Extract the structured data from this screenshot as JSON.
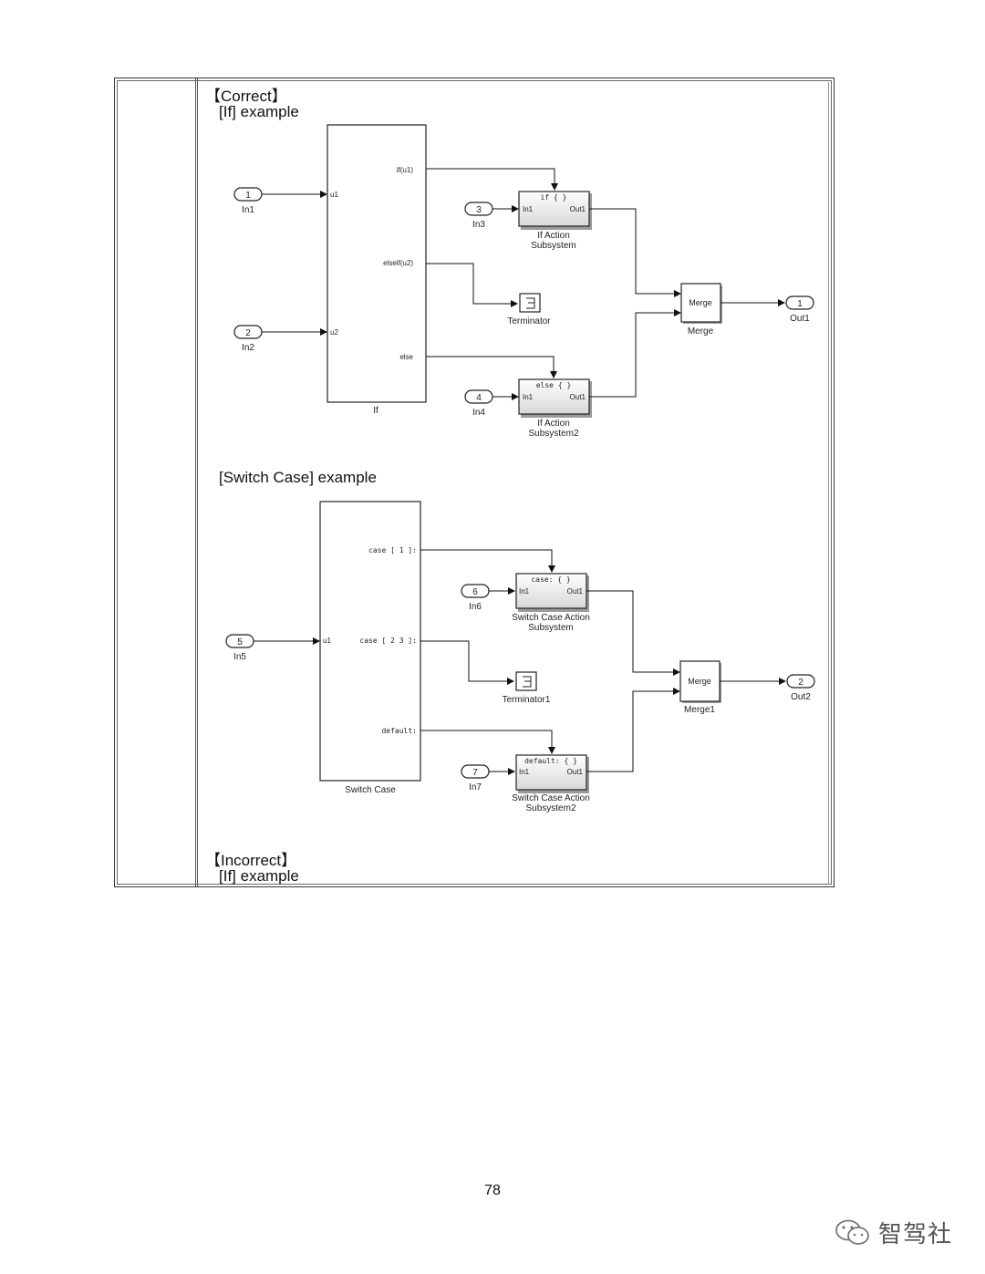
{
  "headings": {
    "correct": "【Correct】",
    "if_example": "[If] example",
    "switch_example": "[Switch Case] example",
    "incorrect": "【Incorrect】",
    "if_example_2": "[If] example"
  },
  "if_diagram": {
    "in1": {
      "num": "1",
      "label": "In1"
    },
    "in2": {
      "num": "2",
      "label": "In2"
    },
    "in3": {
      "num": "3",
      "label": "In3"
    },
    "in4": {
      "num": "4",
      "label": "In4"
    },
    "out1": {
      "num": "1",
      "label": "Out1"
    },
    "if_block": {
      "label": "If",
      "port_u1": "u1",
      "port_u2": "u2",
      "out_if": "if(u1)",
      "out_elseif": "elseif(u2)",
      "out_else": "else"
    },
    "sub1": {
      "header": "if { }",
      "in": "In1",
      "out": "Out1",
      "label_line1": "If Action",
      "label_line2": "Subsystem"
    },
    "sub2": {
      "header": "else { }",
      "in": "In1",
      "out": "Out1",
      "label_line1": "If Action",
      "label_line2": "Subsystem2"
    },
    "terminator": {
      "label": "Terminator"
    },
    "merge": {
      "text": "Merge",
      "label": "Merge"
    }
  },
  "switch_diagram": {
    "in5": {
      "num": "5",
      "label": "In5"
    },
    "in6": {
      "num": "6",
      "label": "In6"
    },
    "in7": {
      "num": "7",
      "label": "In7"
    },
    "out2": {
      "num": "2",
      "label": "Out2"
    },
    "switch_block": {
      "label": "Switch Case",
      "port_u1": "u1",
      "out_case1": "case [ 1 ]:",
      "out_case23": "case [ 2 3 ]:",
      "out_default": "default:"
    },
    "sub1": {
      "header": "case: { }",
      "in": "In1",
      "out": "Out1",
      "label_line1": "Switch Case Action",
      "label_line2": "Subsystem"
    },
    "sub2": {
      "header": "default: { }",
      "in": "In1",
      "out": "Out1",
      "label_line1": "Switch Case Action",
      "label_line2": "Subsystem2"
    },
    "terminator": {
      "label": "Terminator1"
    },
    "merge": {
      "text": "Merge",
      "label": "Merge1"
    }
  },
  "page_number": "78",
  "watermark": {
    "icon": "wechat-icon",
    "text": "智驾社"
  }
}
